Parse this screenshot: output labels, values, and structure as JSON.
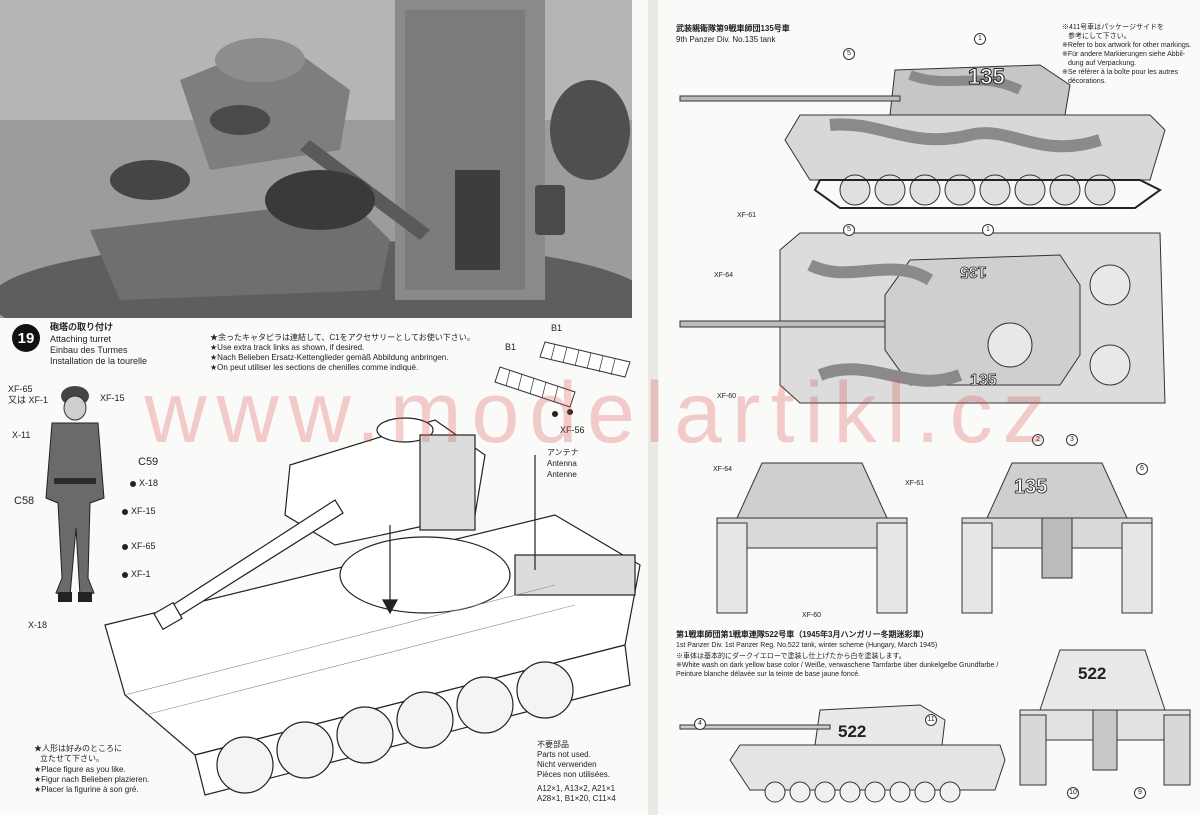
{
  "watermark": "www.modelartikl.cz",
  "step": {
    "number": "19",
    "title_jp": "砲塔の取り付け",
    "title_en": "Attaching turret",
    "title_de": "Einbau des Turmes",
    "title_fr": "Installation de la tourelle"
  },
  "track_note": {
    "jp": "★余ったキャタピラは連結して、C1をアクセサリーとしてお使い下さい。",
    "en": "★Use extra track links as shown, if desired.",
    "de": "★Nach Belieben Ersatz-Kettenglieder gemäß Abbildung anbringen.",
    "fr": "★On peut utiliser les sections de chenilles comme indiqué."
  },
  "parts": {
    "b1_a": "B1",
    "b1_b": "B1",
    "xf56": "XF-56",
    "c59": "C59",
    "c58": "C58",
    "antenna_jp": "アンテナ",
    "antenna_en": "Antenna",
    "antenna_de": "Antenne"
  },
  "figure_paints": {
    "xf65_top": "XF-65",
    "or_xf1": "又は XF-1",
    "xf15_top": "XF-15",
    "x11": "X-11",
    "x18_a": "X-18",
    "xf15_b": "XF-15",
    "xf65_b": "XF-65",
    "xf1_b": "XF-1",
    "x18_b": "X-18"
  },
  "figure_note": {
    "jp1": "★人形は好みのところに",
    "jp2": "立たせて下さい。",
    "en": "★Place figure as you like.",
    "de": "★Figur nach Belieben plazieren.",
    "fr": "★Placer la figurine à son gré."
  },
  "not_used": {
    "jp": "不要部品",
    "en": "Parts not used.",
    "de": "Nicht verwenden",
    "fr": "Pièces non utilisées.",
    "line1": "A12×1, A13×2, A21×1",
    "line2": "A28×1, B1×20, C11×4"
  },
  "scheme1": {
    "title_jp": "武装親衛隊第9戦車師団135号車",
    "title_en": "9th Panzer Div. No.135 tank",
    "note_jp1": "※411号車はパッケージサイドを",
    "note_jp2": "参考にして下さい。",
    "note_en1": "※Refer to box artwork for other markings.",
    "note_de1": "※Für andere Markierungen siehe Abbil-",
    "note_de2": "dung auf Verpackung.",
    "note_fr1": "※Se référer à la boîte pour les autres",
    "note_fr2": "décorations.",
    "number": "135",
    "paint_xf61_a": "XF-61",
    "paint_xf64_a": "XF-64",
    "paint_xf60_a": "XF-60",
    "paint_xf64_b": "XF-64",
    "paint_xf61_b": "XF-61",
    "paint_xf60_b": "XF-60"
  },
  "scheme2": {
    "title_jp": "第1戦車師団第1戦車連隊522号車（1945年3月ハンガリー冬期迷彩車）",
    "title_en": "1st Panzer Div. 1st Panzer Reg. No.522 tank, winter scheme (Hungary, March 1945)",
    "note_jp": "※車体は基本的にダークイエローで塗装し仕上げたから白を塗装します。",
    "note_en": "※White wash on dark yellow base color / Weiße, verwaschene Tarnfarbe über dunkelgelbe Grundfarbe /",
    "note_fr": "Peinture blanche délavée sur la teinte de base jaune foncé.",
    "number": "522"
  },
  "decals": {
    "n1": "1",
    "n2": "2",
    "n3": "3",
    "n4": "4",
    "n5": "5",
    "n6": "6",
    "n9": "9",
    "n10": "10",
    "n11": "11"
  }
}
